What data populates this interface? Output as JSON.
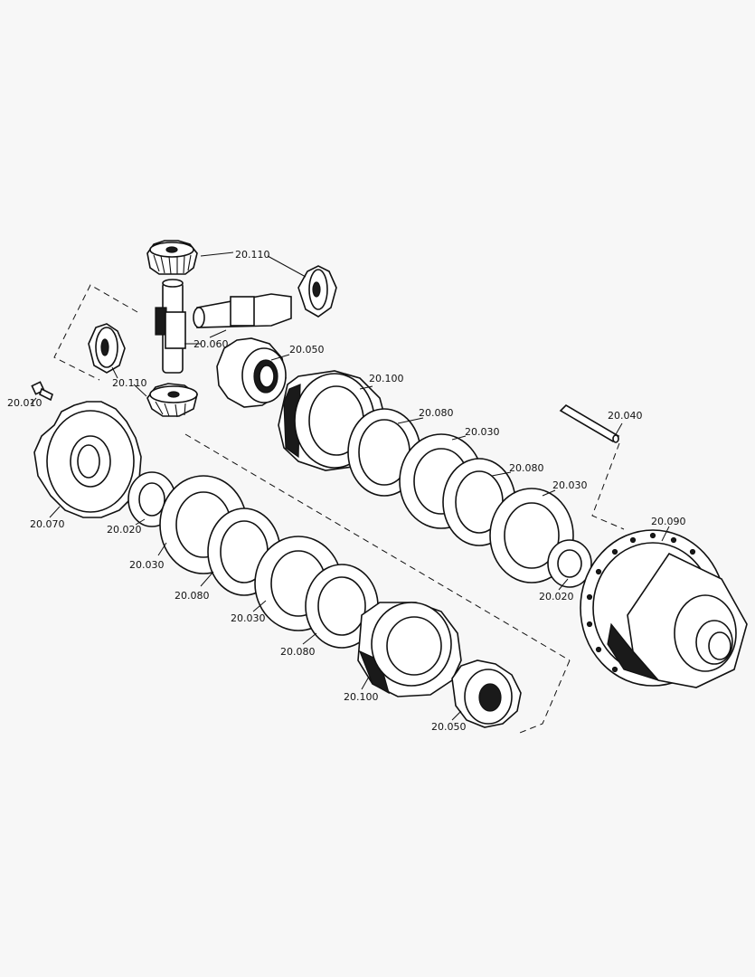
{
  "labels": {
    "l_20_110_top": "20.110",
    "l_20_060": "20.060",
    "l_20_050_top": "20.050",
    "l_20_110_left": "20.110",
    "l_20_010": "20.010",
    "l_20_100_top": "20.100",
    "l_20_080_a": "20.080",
    "l_20_030_a": "20.030",
    "l_20_080_b": "20.080",
    "l_20_030_b": "20.030",
    "l_20_040": "20.040",
    "l_20_090": "20.090",
    "l_20_020_right": "20.020",
    "l_20_070": "20.070",
    "l_20_020_left": "20.020",
    "l_20_030_c": "20.030",
    "l_20_080_c": "20.080",
    "l_20_030_d": "20.030",
    "l_20_080_d": "20.080",
    "l_20_100_bottom": "20.100",
    "l_20_050_bottom": "20.050"
  }
}
